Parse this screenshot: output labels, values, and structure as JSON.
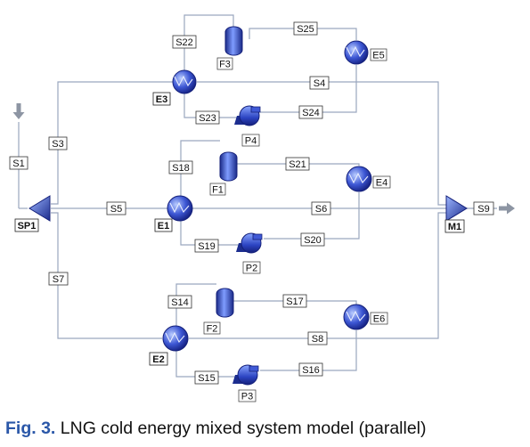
{
  "colors": {
    "line": "#9aa7bf",
    "equipment_dark": "#1c2d8f",
    "equipment_mid": "#3f59d6",
    "equipment_light": "#8fb0ff",
    "caption_accent": "#2a57a8",
    "io_arrow": "#8d95a3"
  },
  "streams": {
    "s1": "S1",
    "s3": "S3",
    "s4": "S4",
    "s5": "S5",
    "s6": "S6",
    "s7": "S7",
    "s8": "S8",
    "s9": "S9",
    "s14": "S14",
    "s15": "S15",
    "s16": "S16",
    "s17": "S17",
    "s18": "S18",
    "s19": "S19",
    "s20": "S20",
    "s21": "S21",
    "s22": "S22",
    "s23": "S23",
    "s24": "S24",
    "s25": "S25"
  },
  "units": {
    "sp1": "SP1",
    "m1": "M1",
    "e1": "E1",
    "e2": "E2",
    "e3": "E3",
    "e4": "E4",
    "e5": "E5",
    "e6": "E6",
    "f1": "F1",
    "f2": "F2",
    "f3": "F3",
    "p2": "P2",
    "p3": "P3",
    "p4": "P4"
  },
  "caption": {
    "label": "Fig. 3.",
    "text": " LNG cold energy mixed system model (parallel)"
  }
}
